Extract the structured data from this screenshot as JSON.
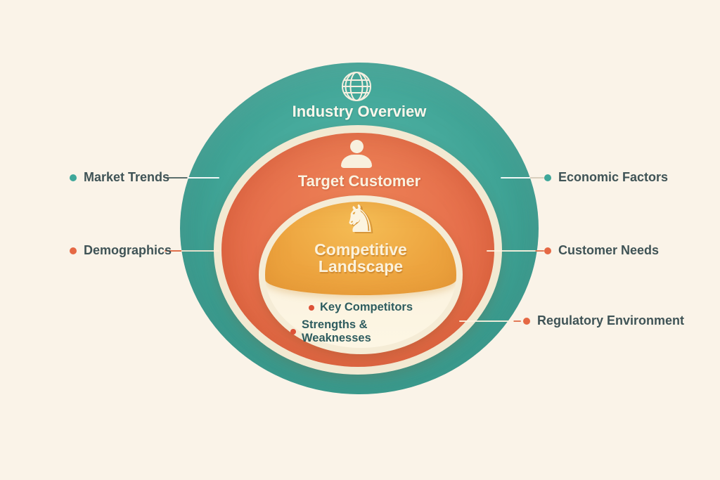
{
  "palette": {
    "background": "#faf3e8",
    "outer_teal": "#41a597",
    "middle_coral": "#e66f4b",
    "inner_gold": "#eca43f",
    "ring_cream": "#f2e9d2",
    "annotation_text": "#3f5356",
    "inner_bullet_text": "#2e5c5f",
    "teal_dot": "#3ea79a",
    "coral_dot": "#e56844",
    "inner_dot": "#dd5238"
  },
  "rings": {
    "outer": {
      "label": "Industry Overview",
      "icon": "globe-icon"
    },
    "middle": {
      "label": "Target Customer",
      "icon": "person-icon"
    },
    "inner": {
      "label": "Competitive Landscape",
      "icon": "knight-icon",
      "knight_glyph": "♞",
      "bullets": [
        {
          "label": "Key Competitors"
        },
        {
          "label": "Strengths & Weaknesses"
        }
      ]
    }
  },
  "annotations": {
    "left": [
      {
        "label": "Market Trends",
        "dot_color": "#3ea79a"
      },
      {
        "label": "Demographics",
        "dot_color": "#e56844"
      }
    ],
    "right": [
      {
        "label": "Economic Factors",
        "dot_color": "#3ea79a"
      },
      {
        "label": "Customer Needs",
        "dot_color": "#e56844"
      },
      {
        "label": "Regulatory Environment",
        "dot_color": "#e56844"
      }
    ]
  }
}
